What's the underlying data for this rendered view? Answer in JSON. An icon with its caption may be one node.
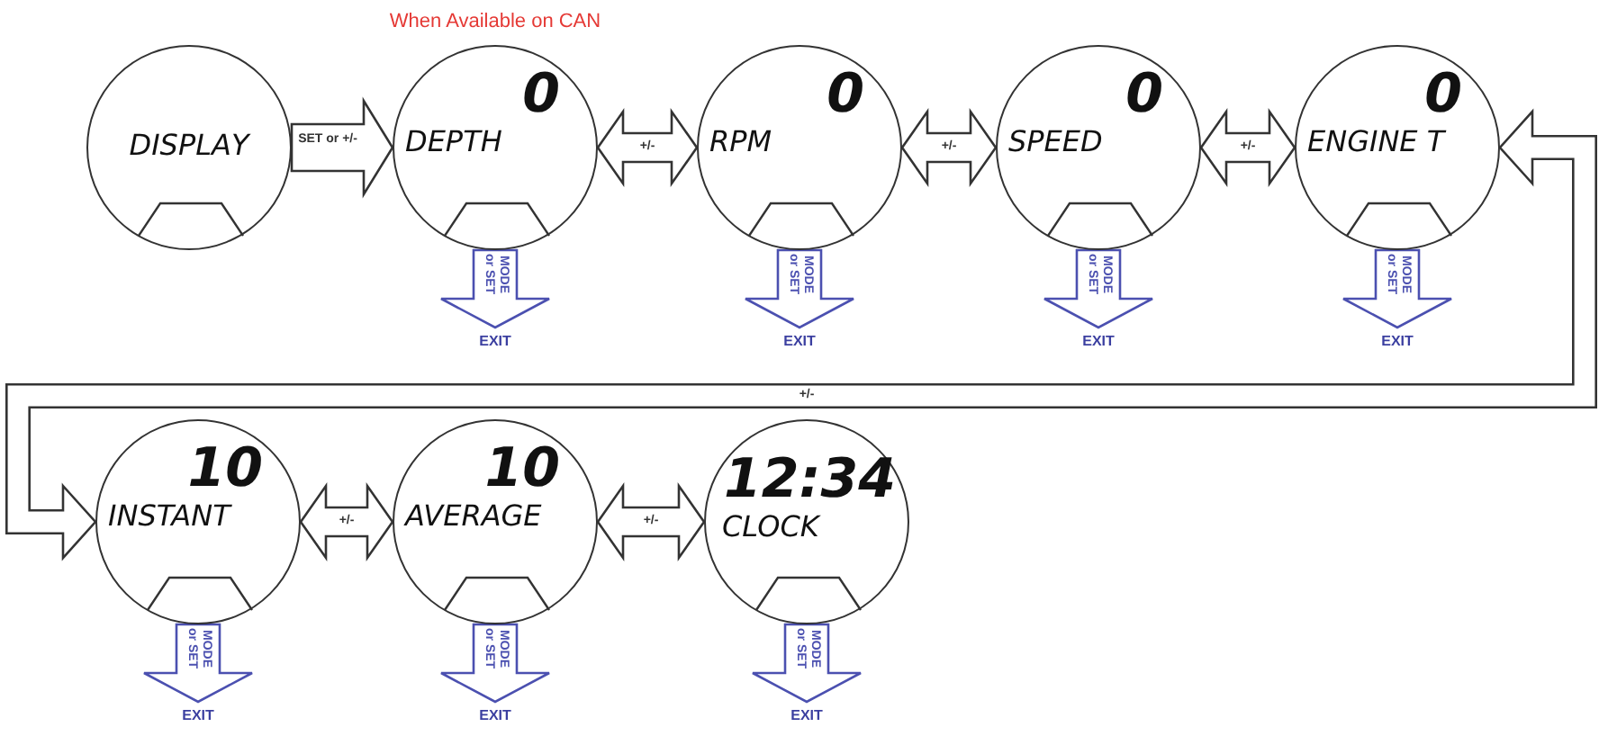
{
  "diagram": {
    "nodes": [
      {
        "text": [
          "DISPLAY"
        ]
      },
      {
        "text": [
          "0",
          "DEPTH"
        ]
      },
      {
        "text": [
          "0",
          "RPM"
        ]
      },
      {
        "text": [
          "0",
          "SPEED"
        ]
      },
      {
        "text": [
          "0",
          "ENGINE T"
        ]
      },
      {
        "text": [
          "10",
          "INSTANT"
        ]
      },
      {
        "text": [
          "10",
          "AVERAGE"
        ]
      },
      {
        "text": [
          "12:34",
          "CLOCK"
        ]
      },
      {
        "text": [
          "EXIT"
        ]
      },
      {
        "text": [
          "EXIT"
        ]
      },
      {
        "text": [
          "EXIT"
        ]
      },
      {
        "text": [
          "EXIT"
        ]
      },
      {
        "text": [
          "EXIT"
        ]
      },
      {
        "text": [
          "EXIT"
        ]
      },
      {
        "text": [
          "EXIT"
        ]
      }
    ],
    "edges": [
      {
        "from": 0,
        "to": 1,
        "arrow": "to",
        "label": "SET or +/-"
      },
      {
        "from": 1,
        "to": 2,
        "arrow": "both",
        "label": "+/-"
      },
      {
        "from": 2,
        "to": 3,
        "arrow": "both",
        "label": "+/-"
      },
      {
        "from": 3,
        "to": 4,
        "arrow": "both",
        "label": "+/-"
      },
      {
        "from": 4,
        "to": 5,
        "arrow": "both",
        "label": "+/-"
      },
      {
        "from": 5,
        "to": 6,
        "arrow": "both",
        "label": "+/-"
      },
      {
        "from": 6,
        "to": 7,
        "arrow": "both",
        "label": "+/-"
      },
      {
        "from": 1,
        "to": 8,
        "arrow": "to",
        "label": "MODE or SET",
        "color": "#4b50b0"
      },
      {
        "from": 2,
        "to": 9,
        "arrow": "to",
        "label": "MODE or SET",
        "color": "#4b50b0"
      },
      {
        "from": 3,
        "to": 10,
        "arrow": "to",
        "label": "MODE or SET",
        "color": "#4b50b0"
      },
      {
        "from": 4,
        "to": 11,
        "arrow": "to",
        "label": "MODE or SET",
        "color": "#4b50b0"
      },
      {
        "from": 5,
        "to": 12,
        "arrow": "to",
        "label": "MODE or SET",
        "color": "#4b50b0"
      },
      {
        "from": 6,
        "to": 13,
        "arrow": "to",
        "label": "MODE or SET",
        "color": "#4b50b0"
      },
      {
        "from": 7,
        "to": 14,
        "arrow": "to",
        "label": "MODE or SET",
        "color": "#4b50b0"
      }
    ],
    "labels": [
      "When Available on CAN"
    ]
  }
}
